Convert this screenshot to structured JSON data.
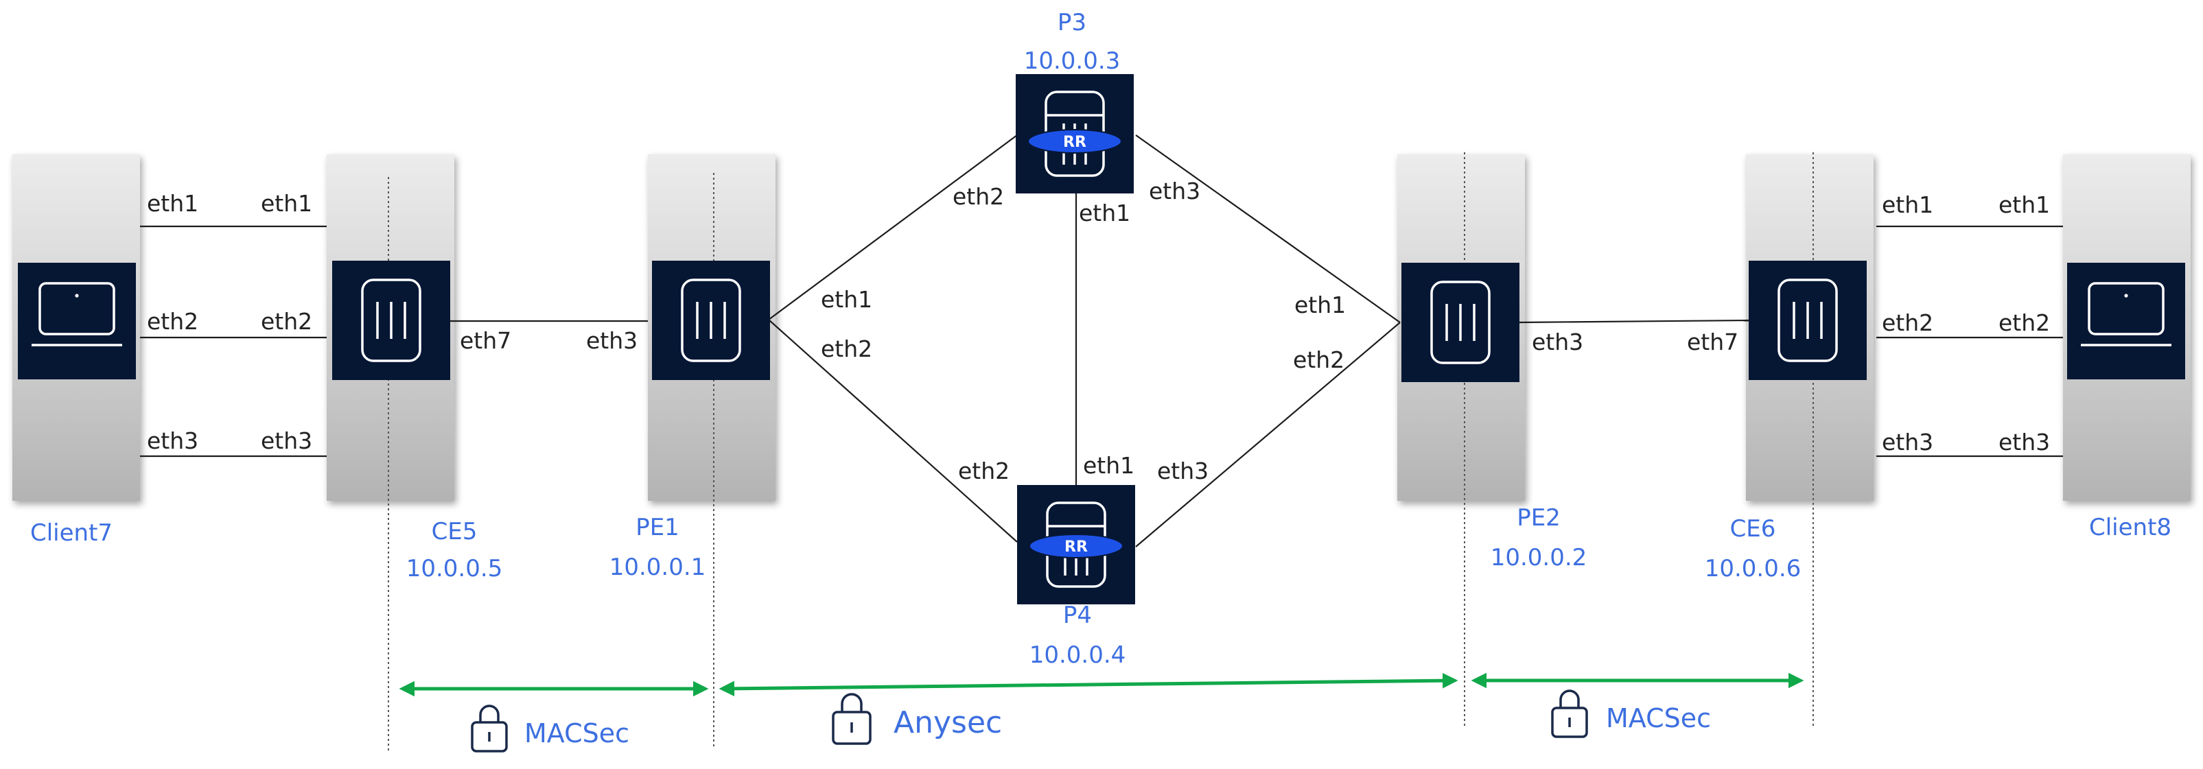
{
  "colors": {
    "device_dark": "#061734",
    "panel_top": "#e9e9e9",
    "panel_bottom": "#b6b6b6",
    "label_blue": "#3d6fe0",
    "arrow_green": "#11a84a",
    "rr_blue": "#1d52e8",
    "link": "#1c1c1c"
  },
  "nodes": {
    "client7": {
      "name": "Client7",
      "icon": "laptop-icon"
    },
    "ce5": {
      "name": "CE5",
      "ip": "10.0.0.5",
      "icon": "router-icon"
    },
    "pe1": {
      "name": "PE1",
      "ip": "10.0.0.1",
      "icon": "router-icon"
    },
    "p3": {
      "name": "P3",
      "ip": "10.0.0.3",
      "icon": "router-icon",
      "badge": "RR"
    },
    "p4": {
      "name": "P4",
      "ip": "10.0.0.4",
      "icon": "router-icon",
      "badge": "RR"
    },
    "pe2": {
      "name": "PE2",
      "ip": "10.0.0.2",
      "icon": "router-icon"
    },
    "ce6": {
      "name": "CE6",
      "ip": "10.0.0.6",
      "icon": "router-icon"
    },
    "client8": {
      "name": "Client8",
      "icon": "laptop-icon"
    }
  },
  "ports": {
    "c7_eth1": "eth1",
    "c7_eth2": "eth2",
    "c7_eth3": "eth3",
    "ce5_eth1": "eth1",
    "ce5_eth2": "eth2",
    "ce5_eth3": "eth3",
    "ce5_eth7": "eth7",
    "pe1_eth3": "eth3",
    "pe1_eth1": "eth1",
    "pe1_eth2": "eth2",
    "p3_eth2": "eth2",
    "p3_eth1": "eth1",
    "p3_eth3": "eth3",
    "p4_eth2": "eth2",
    "p4_eth1": "eth1",
    "p4_eth3": "eth3",
    "pe2_eth1": "eth1",
    "pe2_eth2": "eth2",
    "pe2_eth3": "eth3",
    "ce6_eth7": "eth7",
    "ce6_eth1": "eth1",
    "ce6_eth2": "eth2",
    "ce6_eth3": "eth3",
    "c8_eth1": "eth1",
    "c8_eth2": "eth2",
    "c8_eth3": "eth3"
  },
  "segments": {
    "left": {
      "label": "MACSec",
      "icon": "lock-icon"
    },
    "core": {
      "label": "Anysec",
      "icon": "lock-icon"
    },
    "right": {
      "label": "MACSec",
      "icon": "lock-icon"
    }
  }
}
